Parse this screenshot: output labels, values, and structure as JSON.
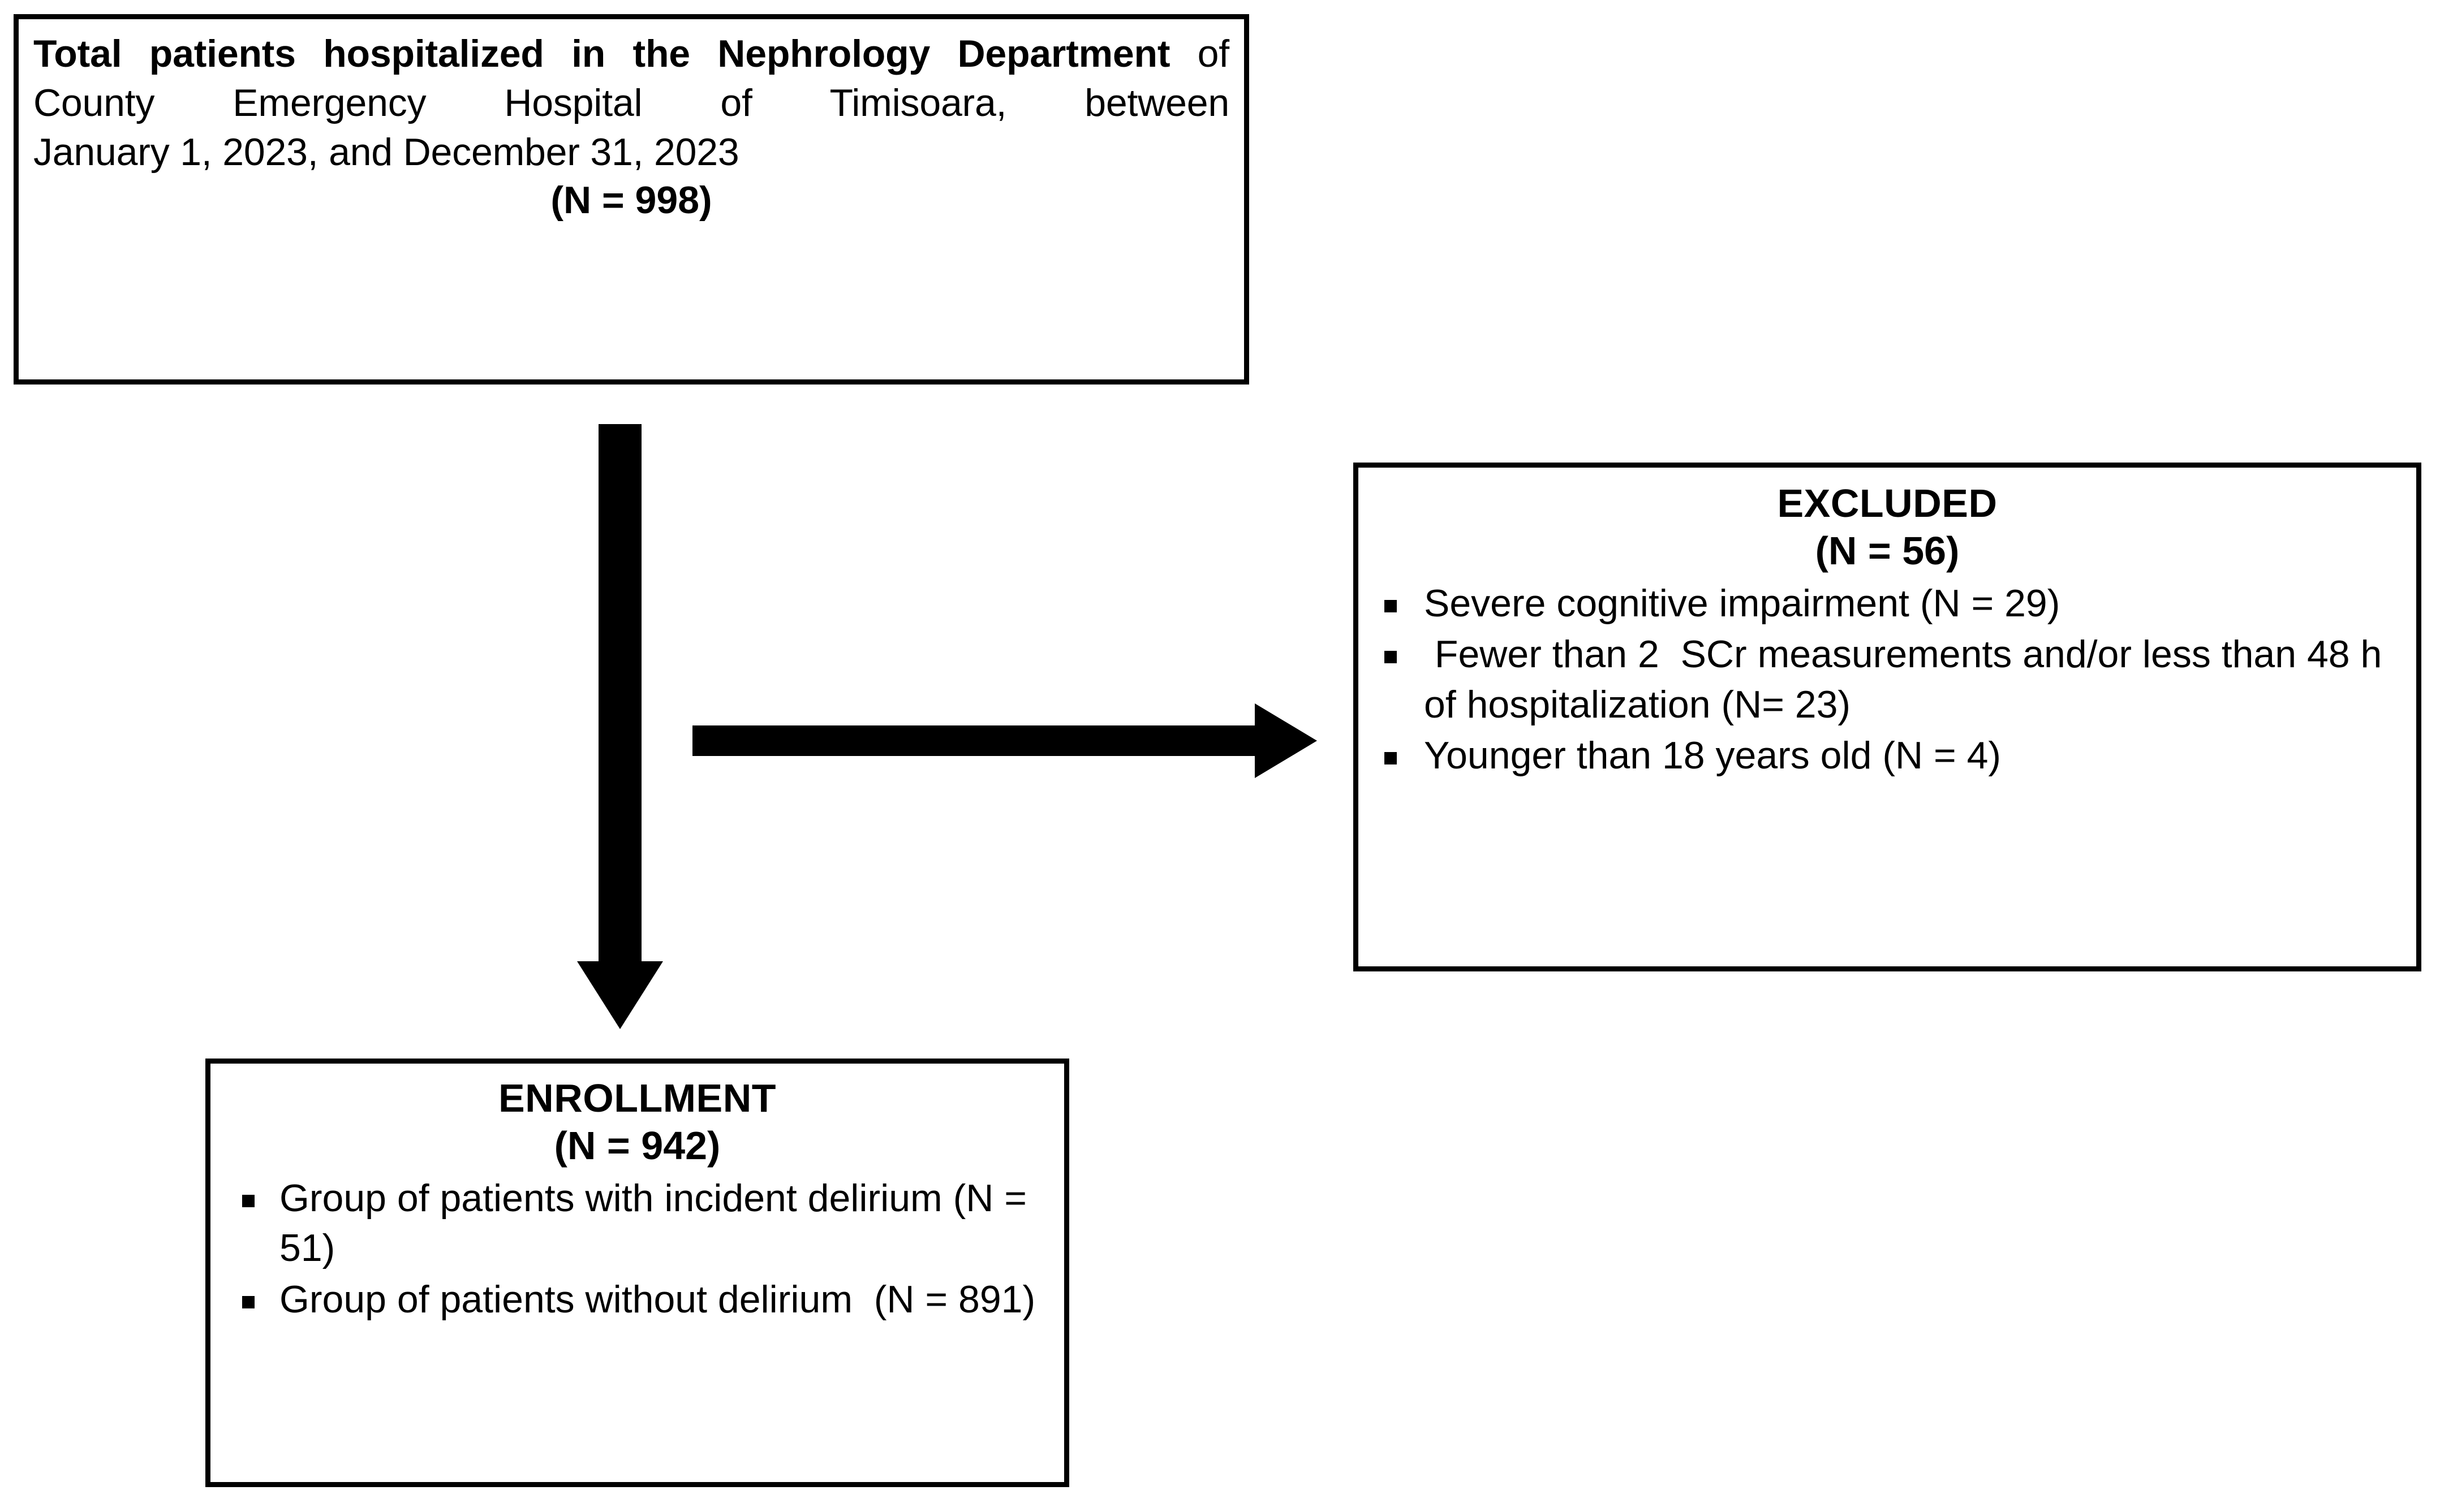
{
  "figure": {
    "type": "study-flow-diagram",
    "colors": {
      "stroke": "#000000",
      "background": "#ffffff",
      "text": "#000000"
    }
  },
  "boxes": {
    "total": {
      "name": "total-patients-box",
      "line1_bold": "Total patients hospitalized in the",
      "line2_bold": "Nephrology Department",
      "line2_rest": " of County",
      "line3": "Emergency Hospital of Timisoara, between",
      "line4": "January 1, 2023,  and December 31, 2023",
      "count": "(N = 998)"
    },
    "excluded": {
      "name": "excluded-box",
      "title": "EXCLUDED",
      "count": "(N = 56)",
      "bullets": [
        "Severe cognitive impairment (N = 29)",
        " Fewer than 2  SCr measurements and/or less than 48 h of hospitalization (N= 23)",
        "Younger than 18 years old (N = 4)"
      ]
    },
    "enrollment": {
      "name": "enrollment-box",
      "title": "ENROLLMENT",
      "count": "(N = 942)",
      "bullets": [
        "Group of patients with incident delirium (N = 51)",
        "Group of patients without delirium  (N = 891)"
      ]
    }
  },
  "arrows": {
    "vertical": {
      "name": "arrow-down-to-enrollment",
      "from": "total-patients-box",
      "to": "enrollment-box",
      "direction": "down"
    },
    "horizontal": {
      "name": "arrow-right-to-excluded",
      "from": "total-patients-box",
      "to": "excluded-box",
      "direction": "right"
    }
  }
}
